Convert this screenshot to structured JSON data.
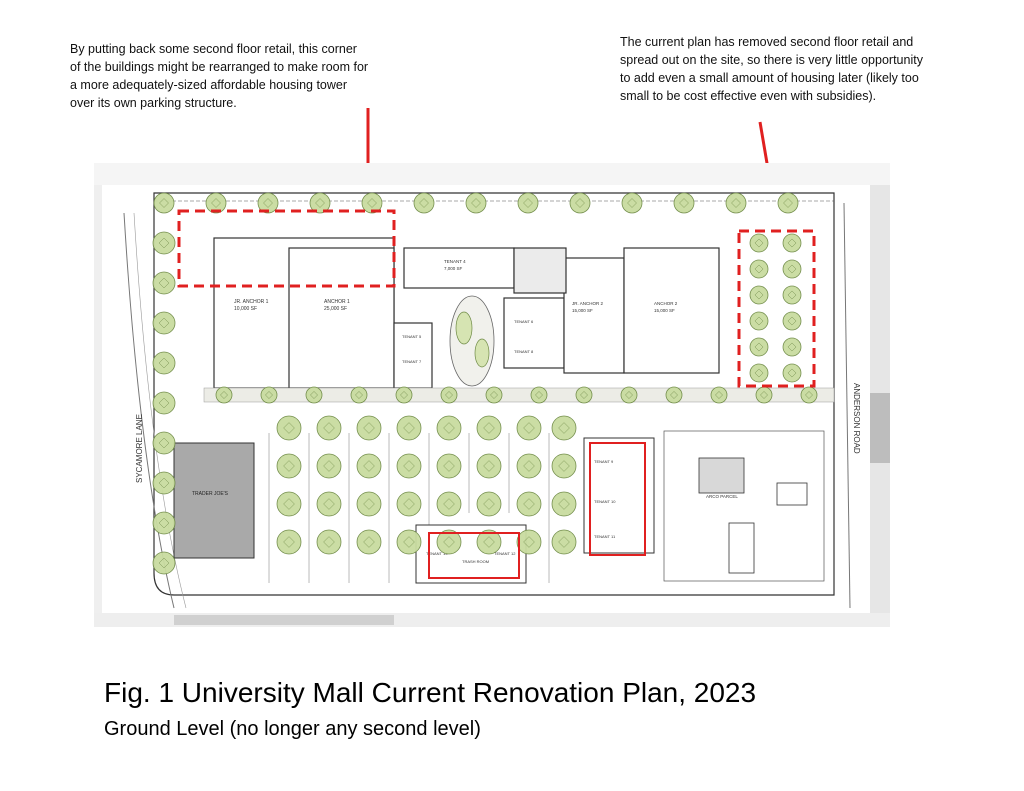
{
  "notes": {
    "left": "By putting back some second floor retail, this corner of the buildings might be rearranged to make room for a more adequately-sized affordable housing tower over its own parking structure.",
    "right": "The current plan has removed second floor retail and spread out on the site, so there is very little opportunity to add even a small amount of housing later (likely too small to be cost effective even with subsidies)."
  },
  "caption": {
    "title": "Fig. 1  University Mall Current Renovation Plan, 2023",
    "subtitle": "Ground Level (no longer any second level)"
  },
  "plan": {
    "roads": {
      "west": "SYCAMORE LANE",
      "east": "ANDERSON ROAD"
    },
    "buildings": {
      "jr_anchor_1": "JR. ANCHOR 1",
      "jr_anchor_1_area": "10,000 SF",
      "anchor_1": "ANCHOR 1",
      "anchor_1_area": "25,000 SF",
      "tenant_4": "TENANT 4",
      "tenant_4_area": "7,000 SF",
      "tenant_5": "TENANT 5",
      "tenant_6": "TENANT 6",
      "tenant_7": "TENANT 7",
      "tenant_8": "TENANT 8",
      "tenant_9": "TENANT 9",
      "tenant_10": "TENANT 10",
      "tenant_11": "TENANT 11",
      "tenant_12": "TENANT 12",
      "tenant_13": "TENANT 13",
      "jr_anchor_2": "JR. ANCHOR 2",
      "jr_anchor_2_area": "15,000 SF",
      "anchor_2": "ANCHOR 2",
      "anchor_2_area": "15,000 SF",
      "trash_room": "TRASH ROOM",
      "trader_joes": "TRADER JOE'S",
      "parcel": "ARCO PARCEL"
    }
  },
  "colors": {
    "markup_red": "#e02020",
    "tree_green": "#c9dca0",
    "tree_outline": "#6e8a45",
    "building_line": "#333333",
    "trader_joes_fill": "#a9a9a9"
  }
}
